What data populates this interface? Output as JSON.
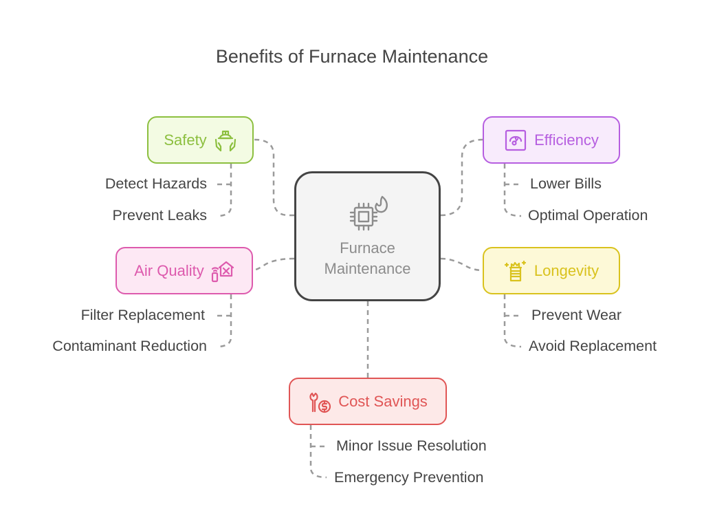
{
  "title": "Benefits of Furnace Maintenance",
  "center": {
    "label_line1": "Furnace",
    "label_line2": "Maintenance",
    "icon": "chip-flame-icon",
    "border_color": "#444444",
    "fill_color": "#f4f4f4",
    "text_color": "#8c8c8c"
  },
  "branches": [
    {
      "id": "safety",
      "label": "Safety",
      "icon": "hardhat-hands-icon",
      "color": "#8cbf3f",
      "fill": "#f3fbe3",
      "items": [
        "Detect Hazards",
        "Prevent Leaks"
      ]
    },
    {
      "id": "efficiency",
      "label": "Efficiency",
      "icon": "gauge-icon",
      "color": "#b65ee0",
      "fill": "#f8ebfc",
      "items": [
        "Lower Bills",
        "Optimal Operation"
      ]
    },
    {
      "id": "air-quality",
      "label": "Air Quality",
      "icon": "smart-home-fan-icon",
      "color": "#dd5aad",
      "fill": "#fde8f4",
      "items": [
        "Filter Replacement",
        "Contaminant Reduction"
      ]
    },
    {
      "id": "longevity",
      "label": "Longevity",
      "icon": "sparkling-cylinder-icon",
      "color": "#d9c21d",
      "fill": "#fdf9d7",
      "items": [
        "Prevent Wear",
        "Avoid Replacement"
      ]
    },
    {
      "id": "cost-savings",
      "label": "Cost Savings",
      "icon": "wrench-dollar-icon",
      "color": "#e05555",
      "fill": "#fde9e8",
      "items": [
        "Minor Issue Resolution",
        "Emergency Prevention"
      ]
    }
  ],
  "connector_color": "#999999"
}
